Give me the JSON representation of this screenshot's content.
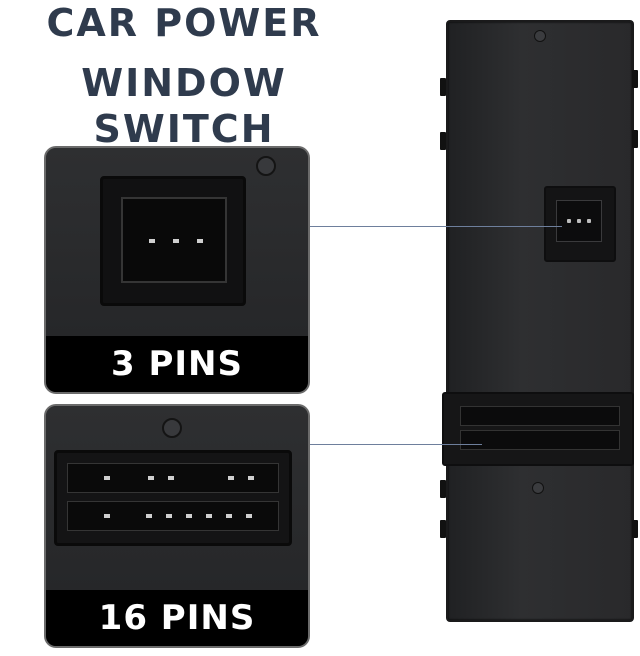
{
  "title": {
    "line1": "CAR POWER",
    "line2": "WINDOW SWITCH"
  },
  "callouts": [
    {
      "label": "3 PINS"
    },
    {
      "label": "16 PINS"
    }
  ],
  "colors": {
    "title": "#2f3b4d",
    "label_bar": "#000000",
    "label_text": "#ffffff",
    "leader_line": "#6e7f9c",
    "switch_body": "#29292b"
  }
}
